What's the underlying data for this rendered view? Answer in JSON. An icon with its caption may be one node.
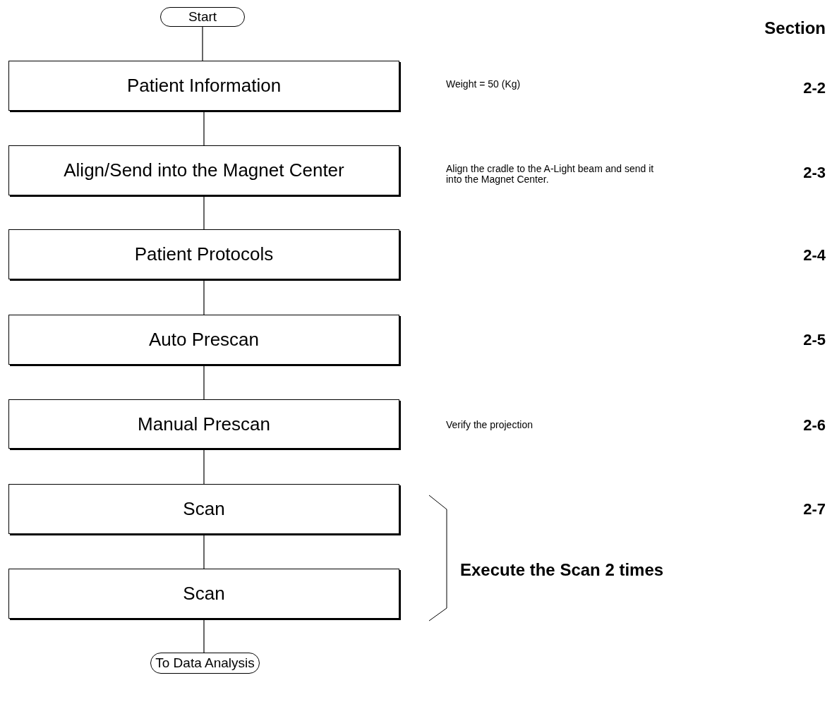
{
  "diagram": {
    "nodes": [
      {
        "text": [
          "Start"
        ]
      },
      {
        "text": [
          "Patient Information"
        ]
      },
      {
        "text": [
          "Align/Send into the Magnet Center"
        ]
      },
      {
        "text": [
          "Patient Protocols"
        ]
      },
      {
        "text": [
          "Auto Prescan"
        ]
      },
      {
        "text": [
          "Manual Prescan"
        ]
      },
      {
        "text": [
          "Scan"
        ]
      },
      {
        "text": [
          "Scan"
        ]
      },
      {
        "text": [
          "To Data Analysis"
        ]
      }
    ],
    "edges": [
      {
        "from": 0,
        "to": 1,
        "arrow": "none"
      },
      {
        "from": 1,
        "to": 2,
        "arrow": "none"
      },
      {
        "from": 2,
        "to": 3,
        "arrow": "none"
      },
      {
        "from": 3,
        "to": 4,
        "arrow": "none"
      },
      {
        "from": 4,
        "to": 5,
        "arrow": "none"
      },
      {
        "from": 5,
        "to": 6,
        "arrow": "none"
      },
      {
        "from": 6,
        "to": 7,
        "arrow": "none"
      },
      {
        "from": 7,
        "to": 8,
        "arrow": "none"
      }
    ],
    "labels": [
      "Section",
      "Weight  = 50 (Kg)",
      "2-2",
      "Align the cradle  to the A-Light beam and send it  into the Magnet Center.",
      "2-3",
      "2-4",
      "2-5",
      "Verify the projection",
      "2-6",
      "2-7",
      "Execute the Scan 2 times"
    ]
  }
}
